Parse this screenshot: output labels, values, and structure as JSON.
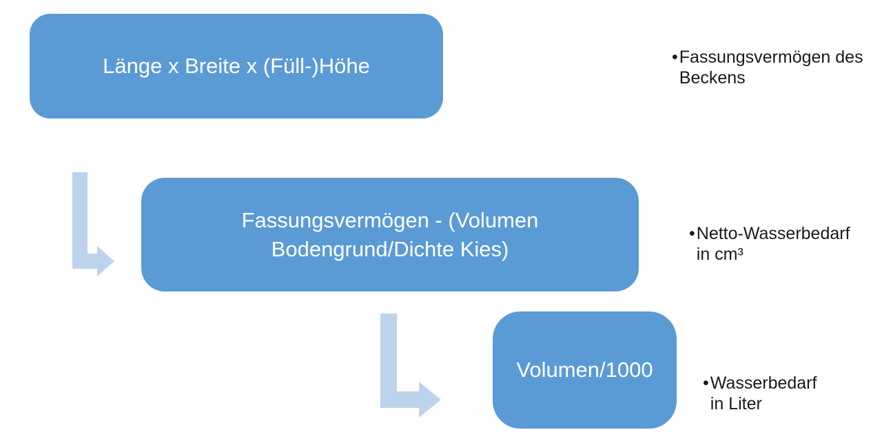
{
  "diagram": {
    "type": "flowchart",
    "bullet_char": "•",
    "colors": {
      "box_fill": "#5B9BD5",
      "box_text": "#FFFFFF",
      "arrow_fill": "#BDD3EC",
      "annotation_text": "#1A1A1A",
      "background": "#FFFFFF"
    },
    "steps": [
      {
        "box_lines": [
          "Länge x Breite x (Füll-)Höhe"
        ],
        "annotation_lines": [
          "Fassungsvermögen des",
          "Beckens"
        ]
      },
      {
        "box_lines": [
          "Fassungsvermögen - (Volumen",
          "Bodengrund/Dichte Kies)"
        ],
        "annotation_lines": [
          "Netto-Wasserbedarf",
          "in cm³"
        ]
      },
      {
        "box_lines": [
          "Volumen/1000"
        ],
        "annotation_lines": [
          "Wasserbedarf",
          "in Liter"
        ]
      }
    ]
  }
}
